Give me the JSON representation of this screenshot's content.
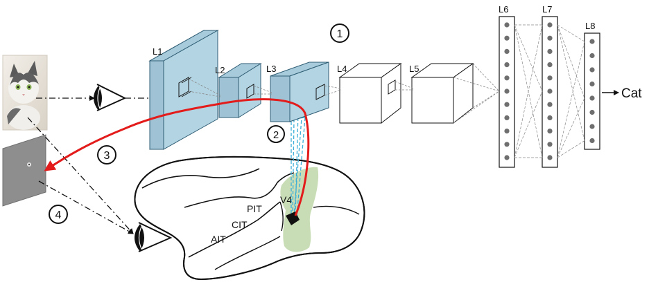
{
  "network": {
    "layers": [
      "L1",
      "L2",
      "L3",
      "L4",
      "L5",
      "L6",
      "L7",
      "L8"
    ],
    "output_label": "Cat",
    "layer_fill": "#b3d4e2",
    "layer_stroke": "#2f5d74"
  },
  "steps": [
    "1",
    "2",
    "3",
    "4"
  ],
  "brain": {
    "regions": [
      "V4",
      "PIT",
      "CIT",
      "AIT"
    ],
    "region_fill": "#c8ddb5"
  },
  "colors": {
    "feedback_arrow": "#e31b1b",
    "receptive_field": "#3aaed8"
  },
  "icons": [
    "cat-photo-icon",
    "eye-icon",
    "stimulus-display-icon",
    "electrode-icon"
  ]
}
